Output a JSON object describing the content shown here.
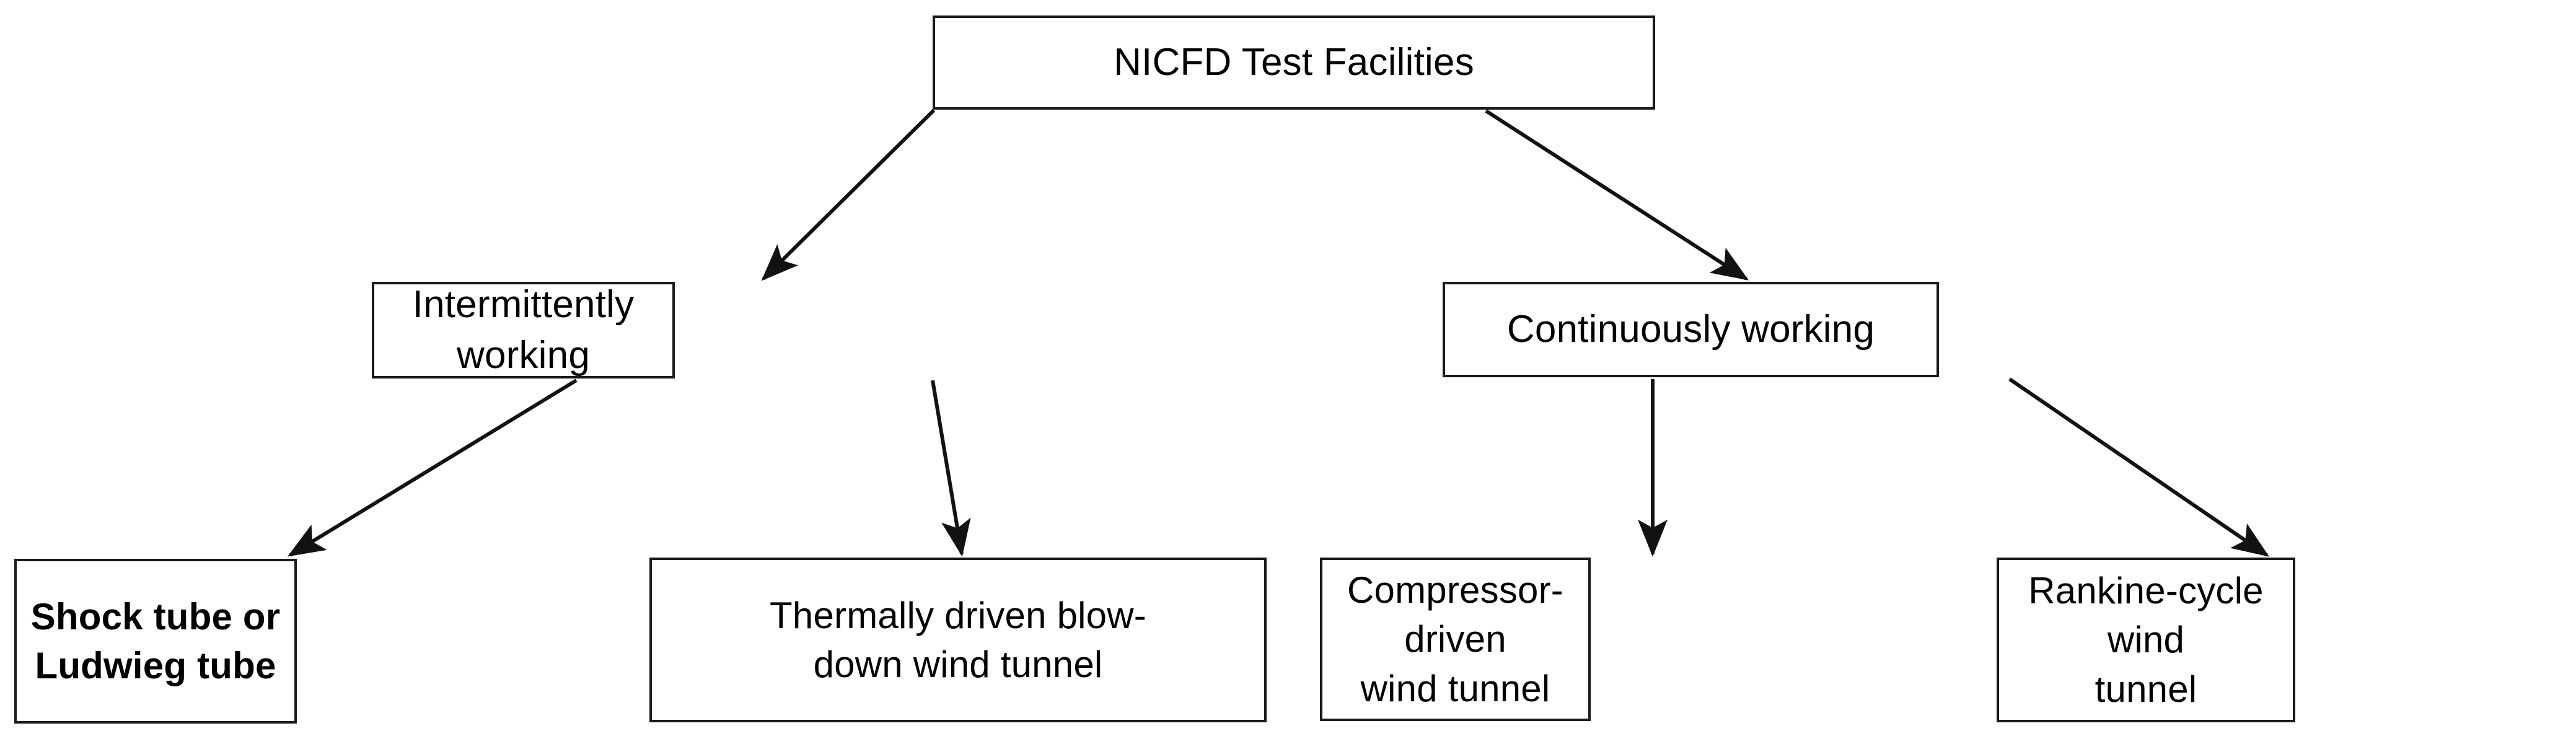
{
  "diagram": {
    "title": "NICFD Test Facilities",
    "type": "tree-hierarchy",
    "background_color": "#ffffff",
    "line_color": "#1a1a1a",
    "text_color": "#000000",
    "root": {
      "id": "root",
      "label": "NICFD Test Facilities"
    },
    "level2": [
      {
        "id": "intermittent",
        "label": "Intermittently working"
      },
      {
        "id": "continuous",
        "label": "Continuously working"
      }
    ],
    "level3": [
      {
        "id": "shock-tube",
        "label": "Shock tube or\nLudwieg tube",
        "emphasis": "bold"
      },
      {
        "id": "blowdown",
        "label": "Thermally driven blow-\ndown wind tunnel",
        "emphasis": "normal"
      },
      {
        "id": "compressor",
        "label": "Compressor-driven\nwind tunnel",
        "emphasis": "normal"
      },
      {
        "id": "rankine",
        "label": "Rankine-cycle wind\ntunnel",
        "emphasis": "normal"
      }
    ],
    "edges": [
      {
        "id": "edge-root-intermittent",
        "from": "root",
        "to": "intermittent"
      },
      {
        "id": "edge-root-continuous",
        "from": "root",
        "to": "continuous"
      },
      {
        "id": "edge-intermittent-shock-tube",
        "from": "intermittent",
        "to": "shock-tube"
      },
      {
        "id": "edge-intermittent-blowdown",
        "from": "intermittent",
        "to": "blowdown"
      },
      {
        "id": "edge-continuous-compressor",
        "from": "continuous",
        "to": "compressor"
      },
      {
        "id": "edge-continuous-rankine",
        "from": "continuous",
        "to": "rankine"
      }
    ]
  }
}
